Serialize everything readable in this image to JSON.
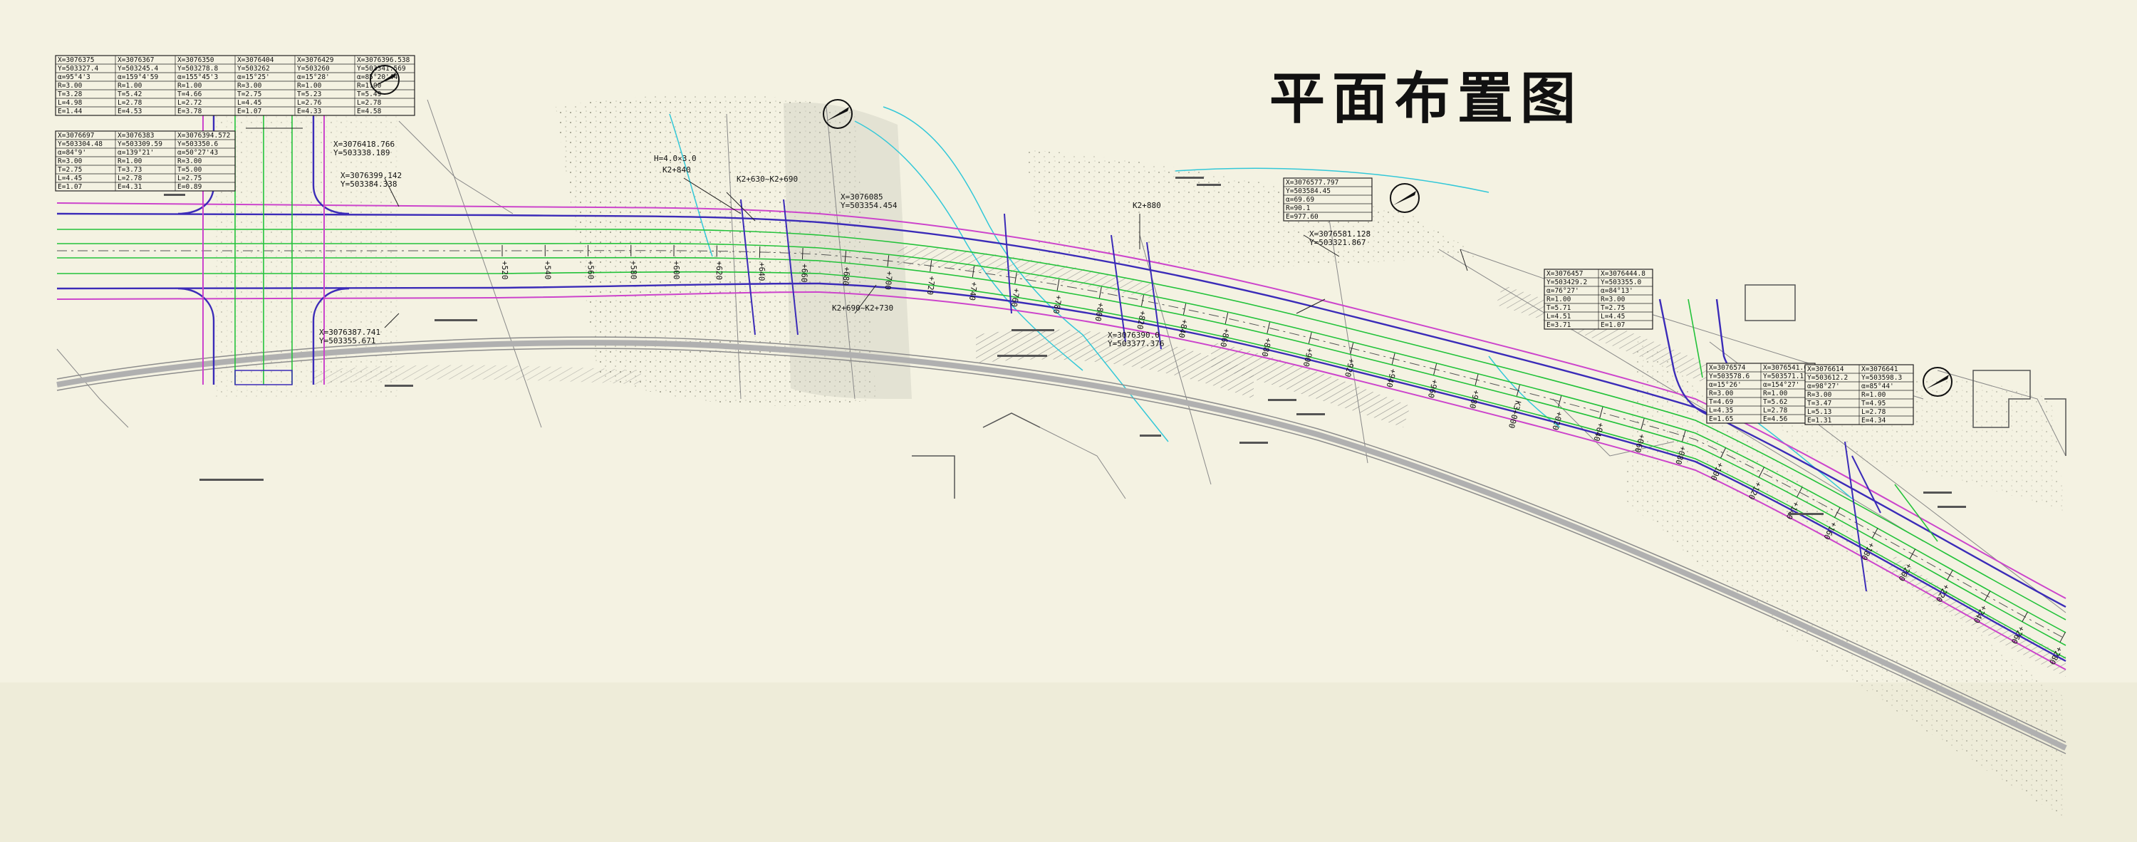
{
  "title": "平面布置图",
  "colors": {
    "background": "#f4f2e2",
    "road_edge": "#3b2bb8",
    "lane_line": "#23c23a",
    "magenta_line": "#cc44cc",
    "cyan_line": "#33c8d8",
    "rail_line": "#a8a8a8",
    "ink": "#222222"
  },
  "icons": [
    "north-arrow-icon"
  ],
  "stations": [
    "+520",
    "+540",
    "+560",
    "+580",
    "+600",
    "+620",
    "+640",
    "+660",
    "+680",
    "+700",
    "+720",
    "+740",
    "+760",
    "+780",
    "+800",
    "+820",
    "+840",
    "+860",
    "+880",
    "+900",
    "+920",
    "+940",
    "+960",
    "+980",
    "K3+000",
    "+020",
    "+040",
    "+060",
    "+080",
    "+100",
    "+120",
    "+140",
    "+160",
    "+180",
    "+200",
    "+220",
    "+240",
    "+260",
    "+280"
  ],
  "callouts": {
    "k2_840": "K2+840",
    "k2_630_690": "K2+630~K2+690",
    "k2_690_730": "K2+690~K2+730",
    "k2_880": "K2+880",
    "coord_a": "X=3076418.766",
    "coord_b": "Y=503338.189",
    "coord_c": "X=3076399.142",
    "coord_d": "Y=503384.338",
    "coord_e": "X=3076387.741",
    "coord_f": "Y=503355.671",
    "coord_g": "X=3076581.128",
    "coord_h": "Y=503321.867",
    "coord_i": "X=3076085",
    "coord_j": "Y=503354.454",
    "coord_k": "X=3076390.0",
    "coord_l": "Y=503377.376",
    "hw_4": "H=4.0×3.0"
  },
  "curve_tables": [
    {
      "rows": [
        [
          "X=3076375",
          "X=3076367",
          "X=3076350",
          "X=3076404",
          "X=3076429",
          "X=3076396.538"
        ],
        [
          "Y=503327.4",
          "Y=503245.4",
          "Y=503278.8",
          "Y=503262",
          "Y=503260",
          "Y=503341.569"
        ],
        [
          "α=95°4'3",
          "α=159°4'59",
          "α=155°45'3",
          "α=15°25'",
          "α=15°28'",
          "α=85°20'44"
        ],
        [
          "R=3.00",
          "R=1.00",
          "R=1.00",
          "R=3.00",
          "R=1.00",
          "R=1.00"
        ],
        [
          "T=3.28",
          "T=5.42",
          "T=4.66",
          "T=2.75",
          "T=5.23",
          "T=5.49"
        ],
        [
          "L=4.98",
          "L=2.78",
          "L=2.72",
          "L=4.45",
          "L=2.76",
          "L=2.78"
        ],
        [
          "E=1.44",
          "E=4.53",
          "E=3.78",
          "E=1.07",
          "E=4.33",
          "E=4.58"
        ]
      ]
    },
    {
      "rows": [
        [
          "X=3076697",
          "X=3076383",
          "X=3076394.572"
        ],
        [
          "Y=503304.48",
          "Y=503309.59",
          "Y=503350.6"
        ],
        [
          "α=84°9'",
          "α=139°21'",
          "α=50°27'43"
        ],
        [
          "R=3.00",
          "R=1.00",
          "R=3.00"
        ],
        [
          "T=2.75",
          "T=3.73",
          "T=5.00"
        ],
        [
          "L=4.45",
          "L=2.78",
          "L=2.75"
        ],
        [
          "E=1.07",
          "E=4.31",
          "E=0.89"
        ]
      ]
    },
    {
      "rows": [
        [
          "X=3076457",
          "X=3076444.8"
        ],
        [
          "Y=503429.2",
          "Y=503355.0"
        ],
        [
          "α=76°27'",
          "α=84°13'"
        ],
        [
          "R=1.00",
          "R=3.00"
        ],
        [
          "T=5.71",
          "T=2.75"
        ],
        [
          "L=4.51",
          "L=4.45"
        ],
        [
          "E=3.71",
          "E=1.07"
        ]
      ]
    },
    {
      "rows": [
        [
          "X=3076574",
          "X=3076541.0"
        ],
        [
          "Y=503578.6",
          "Y=503571.1"
        ],
        [
          "α=15°26'",
          "α=154°27'"
        ],
        [
          "R=3.00",
          "R=1.00"
        ],
        [
          "T=4.69",
          "T=5.62"
        ],
        [
          "L=4.35",
          "L=2.78"
        ],
        [
          "E=1.65",
          "E=4.56"
        ]
      ]
    },
    {
      "rows": [
        [
          "X=3076614",
          "X=3076641"
        ],
        [
          "Y=503612.2",
          "Y=503598.3"
        ],
        [
          "α=98°27'",
          "α=85°44'"
        ],
        [
          "R=3.00",
          "R=1.00"
        ],
        [
          "T=3.47",
          "T=4.95"
        ],
        [
          "L=5.13",
          "L=2.78"
        ],
        [
          "E=1.31",
          "E=4.34"
        ]
      ]
    },
    {
      "rows": [
        [
          "X=3076577.797"
        ],
        [
          "Y=503584.45"
        ],
        [
          "α=69.69"
        ],
        [
          "R=90.1"
        ],
        [
          "E=977.60"
        ]
      ]
    }
  ]
}
